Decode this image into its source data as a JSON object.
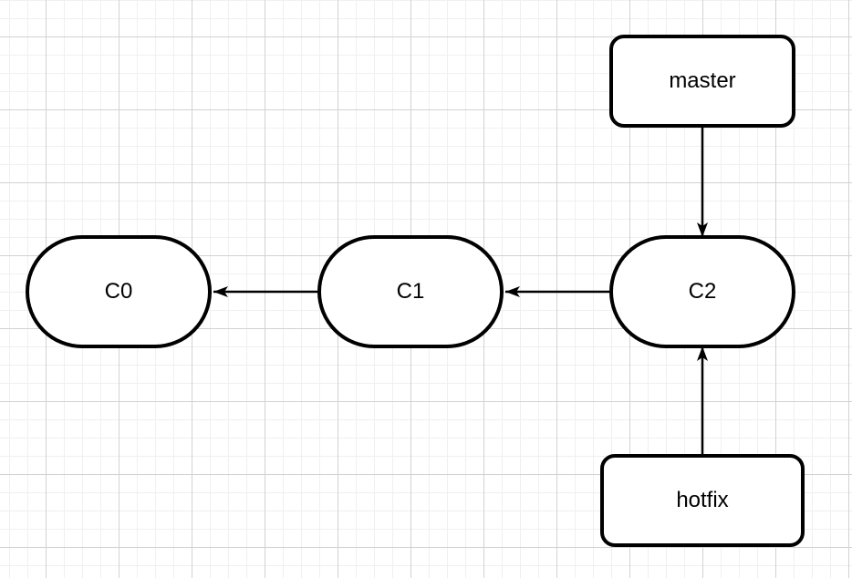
{
  "diagram": {
    "kind": "git-branch-diagram",
    "nodes": {
      "c0": {
        "label": "C0",
        "shape": "stadium"
      },
      "c1": {
        "label": "C1",
        "shape": "stadium"
      },
      "c2": {
        "label": "C2",
        "shape": "stadium"
      },
      "master": {
        "label": "master",
        "shape": "rounded-rectangle"
      },
      "hotfix": {
        "label": "hotfix",
        "shape": "rounded-rectangle"
      }
    },
    "edges": [
      {
        "from": "C1",
        "to": "C0",
        "type": "arrow"
      },
      {
        "from": "C2",
        "to": "C1",
        "type": "arrow"
      },
      {
        "from": "master",
        "to": "C2",
        "type": "arrow"
      },
      {
        "from": "hotfix",
        "to": "C2",
        "type": "arrow"
      }
    ],
    "colors": {
      "shape_stroke": "#000000",
      "shape_fill": "#ffffff",
      "text": "#000000",
      "canvas_background": "#ffffff",
      "grid_minor": "#f0f0f0",
      "grid_major": "#d2d2d2"
    }
  }
}
